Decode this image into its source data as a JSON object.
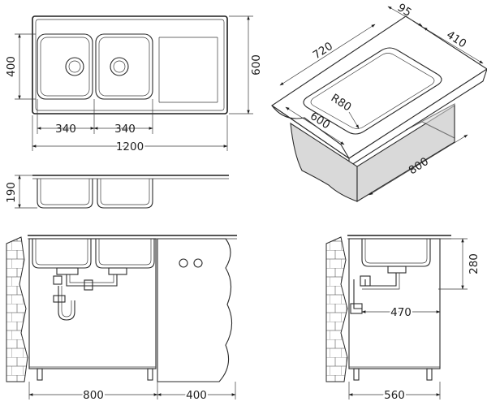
{
  "plan_view": {
    "width_label": "1200",
    "depth_label": "600",
    "bowl_depth_label": "400",
    "bowl_left_label": "340",
    "bowl_right_label": "340"
  },
  "front_section": {
    "height_label": "190"
  },
  "perspective_view": {
    "length_label": "720",
    "overhang_label": "95",
    "bowl_width_label": "410",
    "corner_radius_label": "R80",
    "depth_label": "600",
    "cabinet_label": "800"
  },
  "front_install": {
    "cabinet_label": "800",
    "side_cabinet_label": "400"
  },
  "side_install": {
    "cabinet_label": "560",
    "drain_distance_label": "470",
    "drain_height_label": "280"
  }
}
